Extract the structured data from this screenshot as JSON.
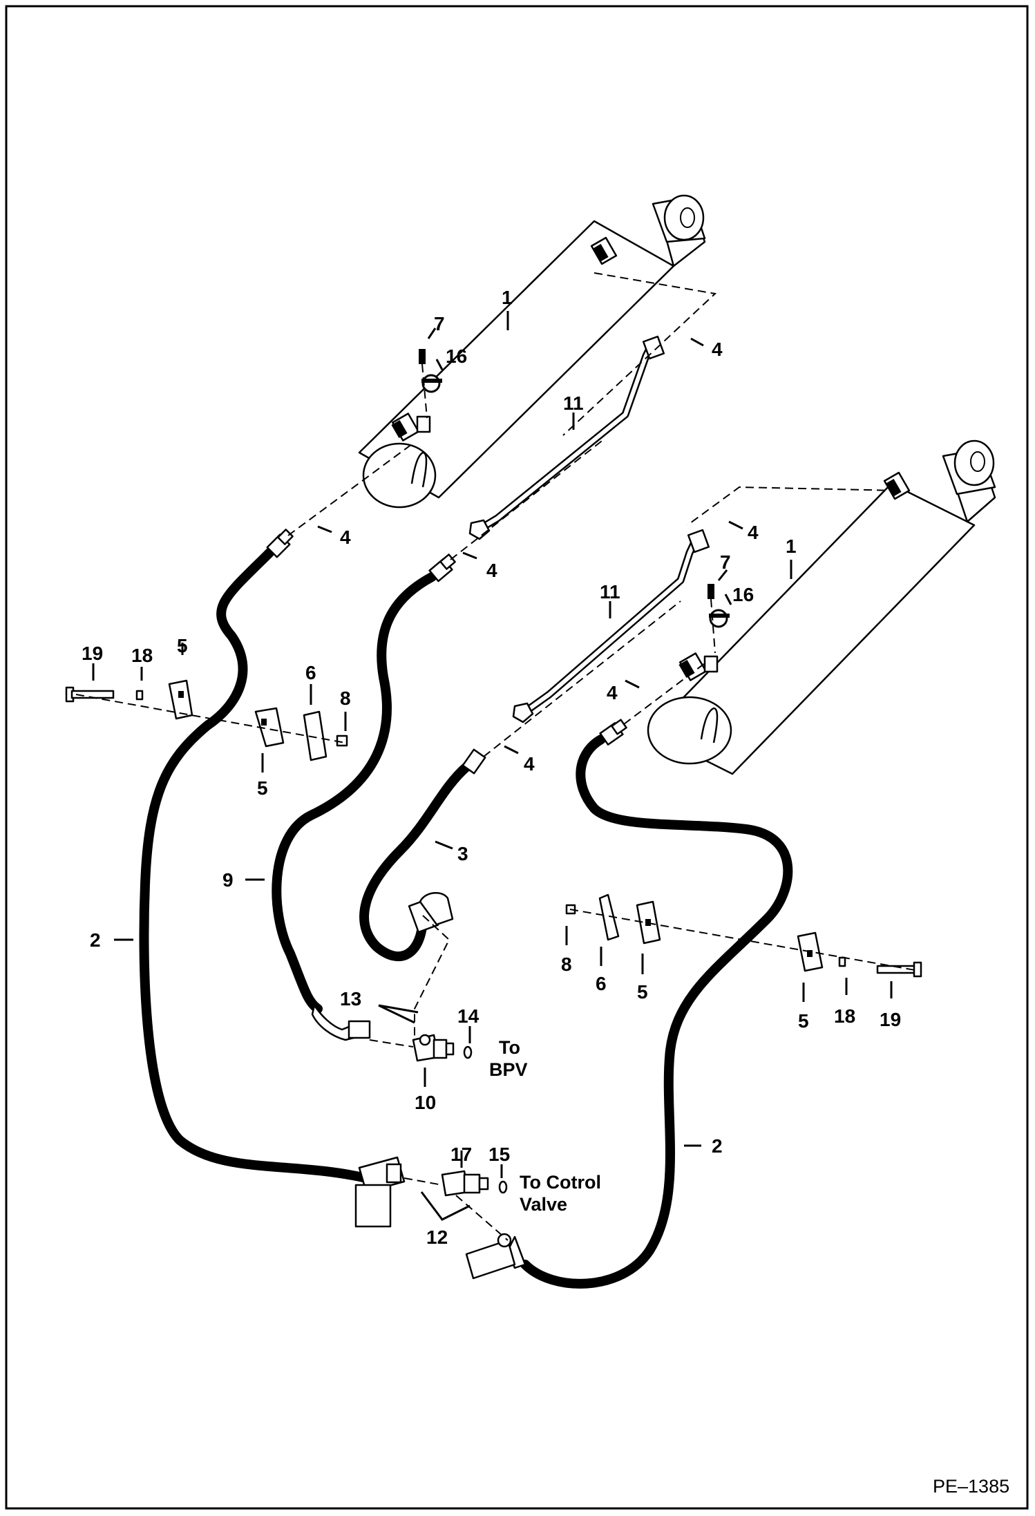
{
  "callouts": {
    "c1a": "1",
    "c1b": "1",
    "c2a": "2",
    "c2b": "2",
    "c3": "3",
    "c4a": "4",
    "c4b": "4",
    "c4c": "4",
    "c4d": "4",
    "c4e": "4",
    "c4f": "4",
    "c5a": "5",
    "c5b": "5",
    "c5c": "5",
    "c5d": "5",
    "c6a": "6",
    "c6b": "6",
    "c7a": "7",
    "c7b": "7",
    "c8a": "8",
    "c8b": "8",
    "c9": "9",
    "c10": "10",
    "c11a": "11",
    "c11b": "11",
    "c12": "12",
    "c13": "13",
    "c14": "14",
    "c15": "15",
    "c16a": "16",
    "c16b": "16",
    "c17": "17",
    "c18a": "18",
    "c18b": "18",
    "c19a": "19",
    "c19b": "19"
  },
  "notes": {
    "bpv_line1": "To",
    "bpv_line2": "BPV",
    "valve_line1": "To Cotrol",
    "valve_line2": "Valve"
  },
  "figure_code": "PE–1385"
}
